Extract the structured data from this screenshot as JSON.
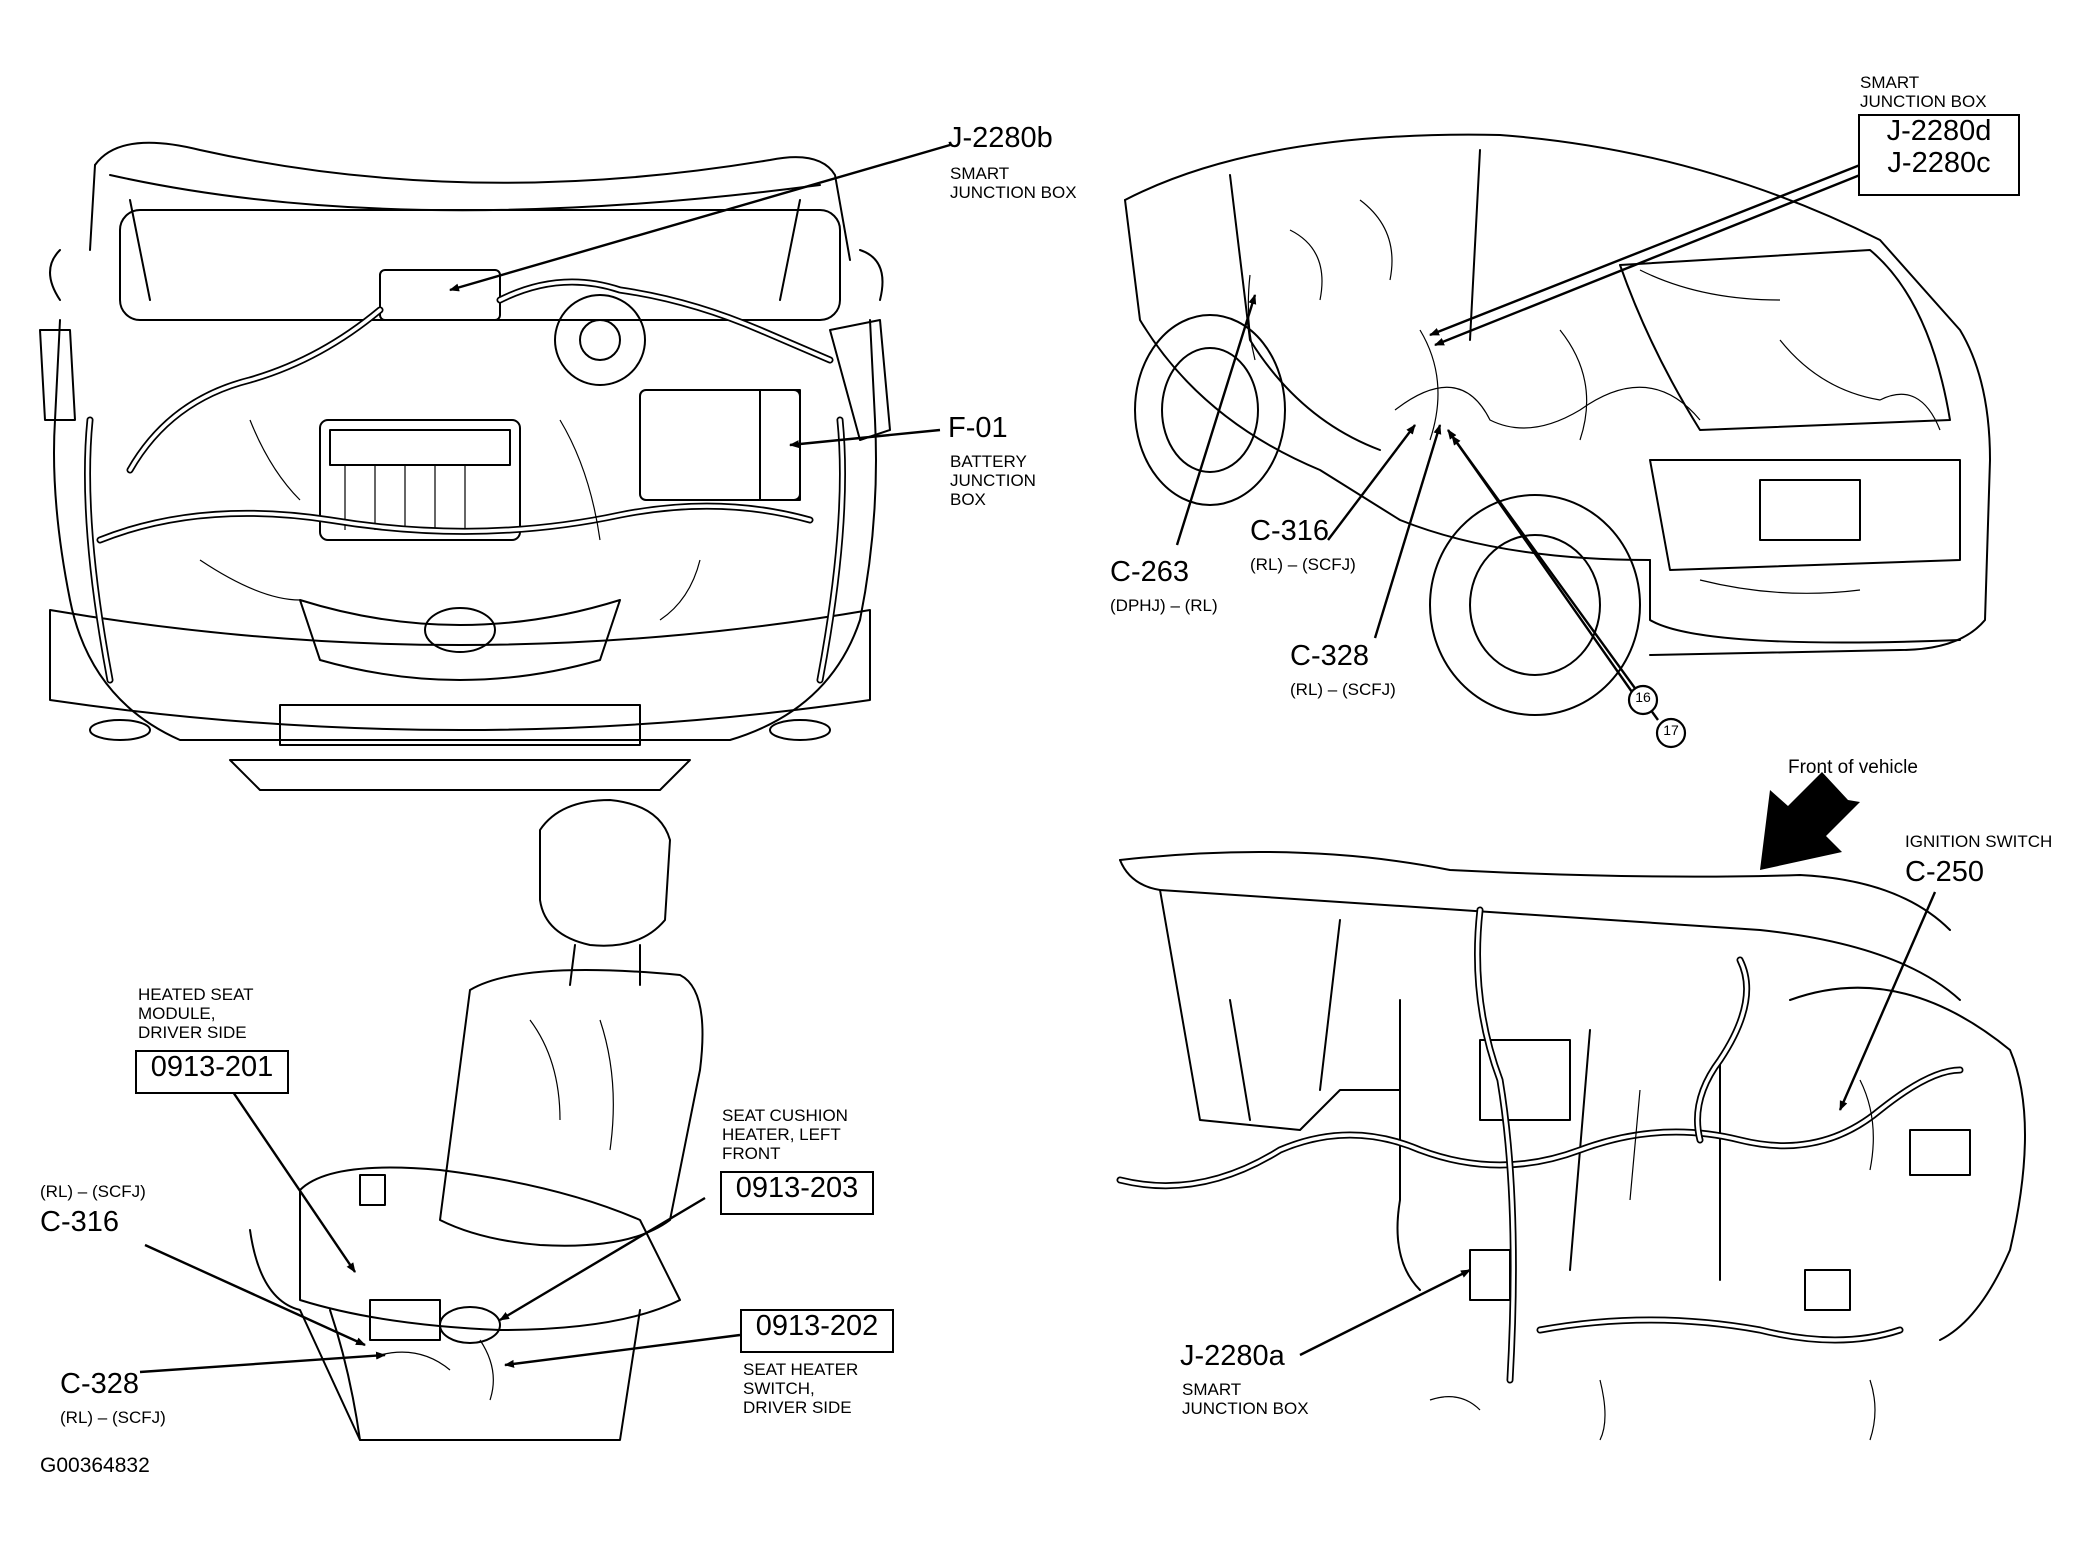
{
  "figure_id": "G00364832",
  "engine_bay": {
    "j2280b": {
      "id": "J-2280b",
      "desc": "SMART\nJUNCTION BOX"
    },
    "f01": {
      "id": "F-01",
      "desc": "BATTERY\nJUNCTION\nBOX"
    }
  },
  "rear_view": {
    "smart_jb_desc": "SMART\nJUNCTION BOX",
    "j2280d": "J-2280d",
    "j2280c": "J-2280c",
    "c263": {
      "id": "C-263",
      "note": "(DPHJ) – (RL)"
    },
    "c316": {
      "id": "C-316",
      "note": "(RL) – (SCFJ)"
    },
    "c328": {
      "id": "C-328",
      "note": "(RL) – (SCFJ)"
    },
    "callout_16": "16",
    "callout_17": "17"
  },
  "seat_view": {
    "heated_seat_module": {
      "desc": "HEATED SEAT\nMODULE,\nDRIVER SIDE",
      "part": "0913-201"
    },
    "seat_cushion_heater": {
      "desc": "SEAT CUSHION\nHEATER, LEFT\nFRONT",
      "part": "0913-203"
    },
    "seat_heater_switch": {
      "desc": "SEAT HEATER\nSWITCH,\nDRIVER SIDE",
      "part": "0913-202"
    },
    "c316": {
      "id": "C-316",
      "note": "(RL) – (SCFJ)"
    },
    "c328": {
      "id": "C-328",
      "note": "(RL) – (SCFJ)"
    }
  },
  "dash_view": {
    "front_of_vehicle": "Front of vehicle",
    "ignition_switch": {
      "desc": "IGNITION SWITCH",
      "id": "C-250"
    },
    "j2280a": {
      "id": "J-2280a",
      "desc": "SMART\nJUNCTION BOX"
    }
  }
}
